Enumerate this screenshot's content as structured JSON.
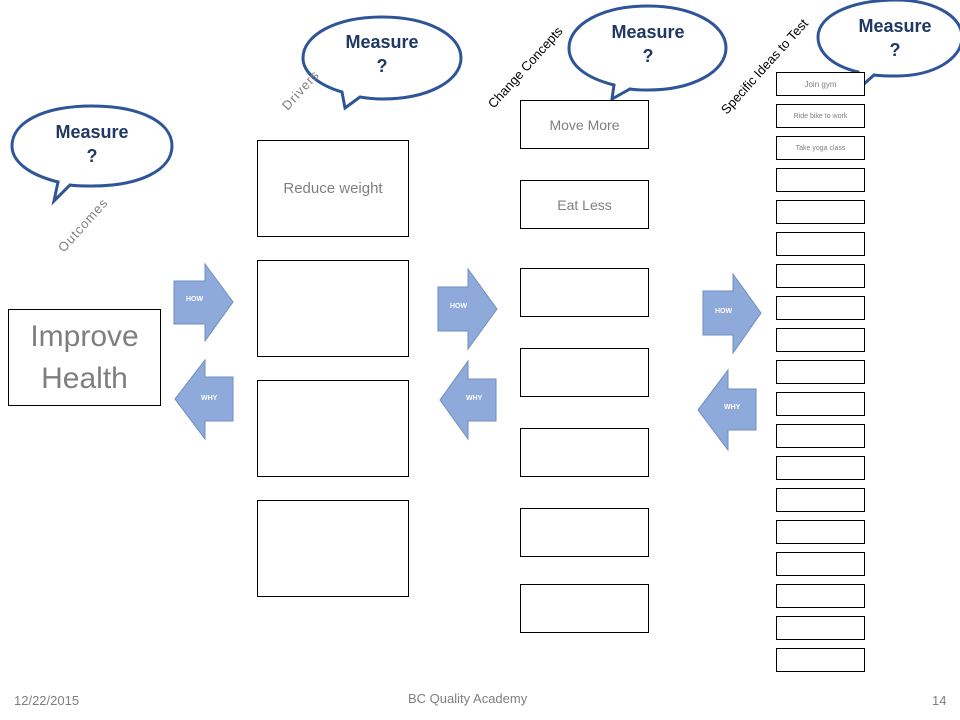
{
  "outcome": {
    "label_line1": "Improve",
    "label_line2": "Health"
  },
  "drivers": [
    "Reduce weight",
    "",
    "",
    ""
  ],
  "change_concepts": [
    "Move More",
    "Eat Less",
    "",
    "",
    "",
    "",
    ""
  ],
  "ideas": [
    "Join gym",
    "Ride bike to work",
    "Take yoga class",
    "",
    "",
    "",
    "",
    "",
    "",
    "",
    "",
    "",
    "",
    "",
    "",
    "",
    "",
    "",
    ""
  ],
  "column_labels": {
    "outcomes": "Outcomes",
    "drivers": "Drivers",
    "change_concepts": "Change Concepts",
    "ideas": "Specific Ideas to Test"
  },
  "measures": [
    {
      "line1": "Measure",
      "line2": "?"
    },
    {
      "line1": "Measure",
      "line2": "?"
    },
    {
      "line1": "Measure",
      "line2": "?"
    },
    {
      "line1": "Measure",
      "line2": "?"
    }
  ],
  "arrows": {
    "how": "HOW",
    "why": "WHY"
  },
  "footer": {
    "date": "12/22/2015",
    "center": "BC Quality Academy",
    "page": "14"
  },
  "colors": {
    "arrow_fill": "#8eaadb",
    "bubble_border": "#2e5597",
    "bubble_text": "#1f3864"
  }
}
